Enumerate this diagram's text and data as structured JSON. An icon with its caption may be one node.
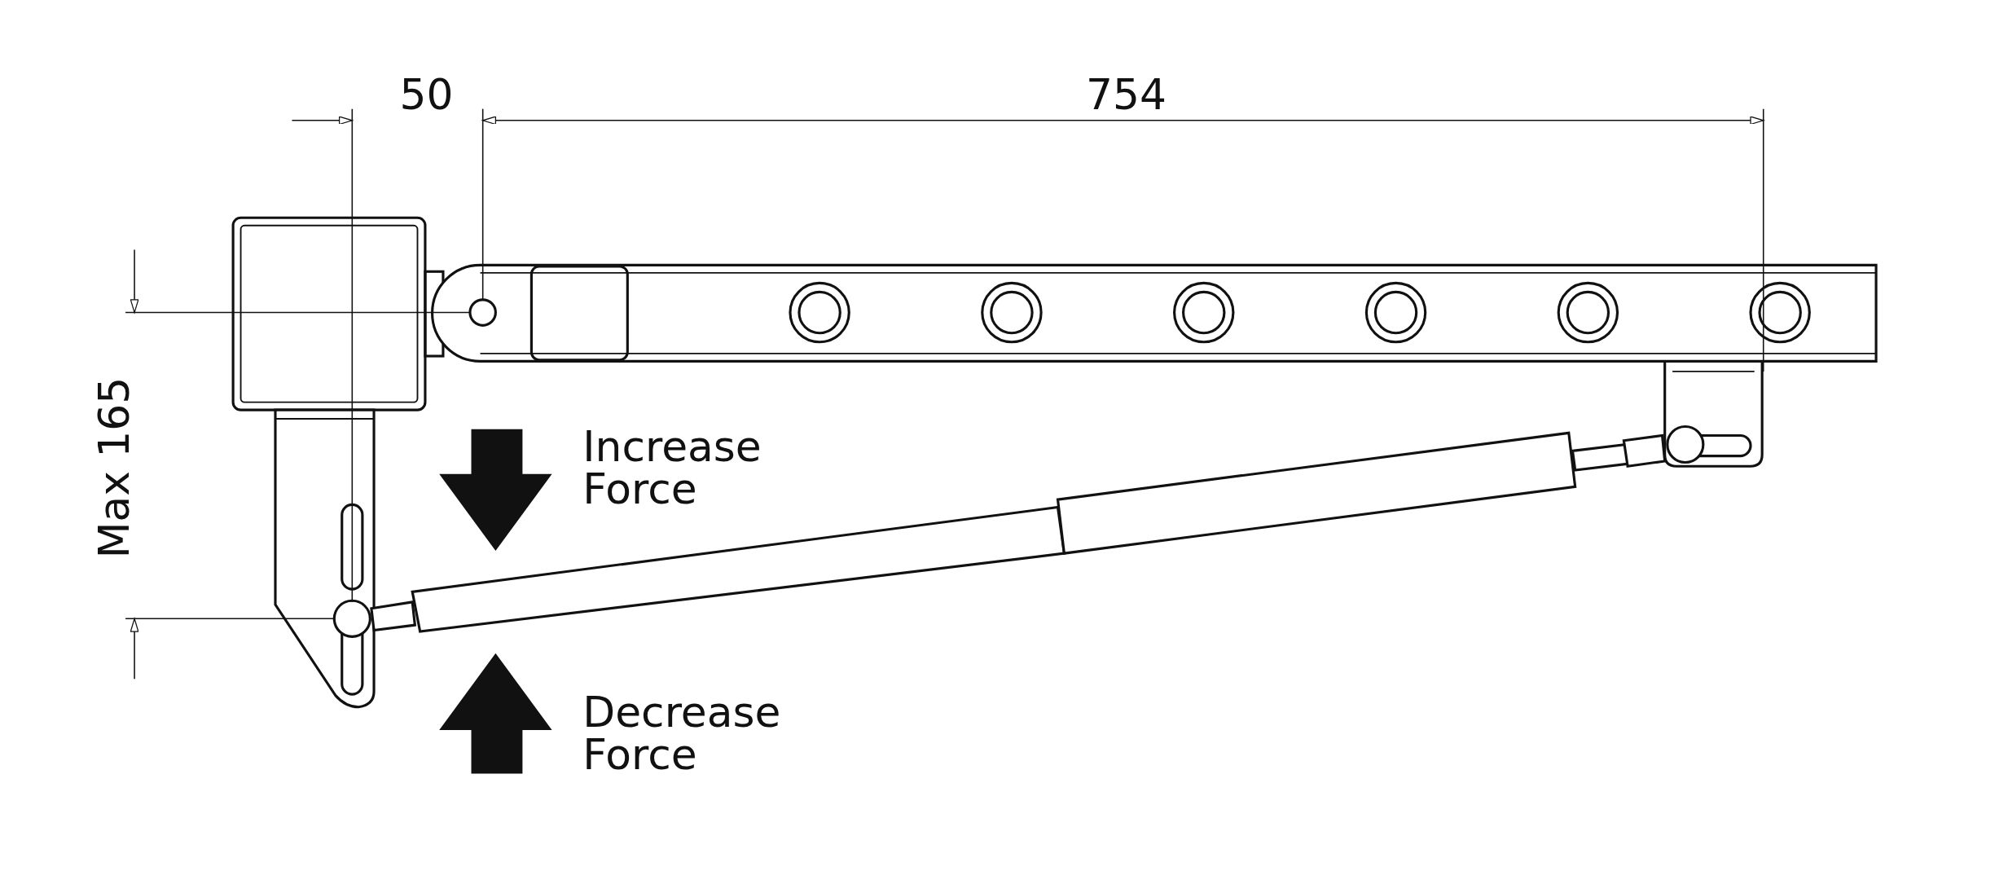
{
  "diagram": {
    "labels": [
      "50",
      "754",
      "Max 165",
      "Increase Force",
      "Decrease Force"
    ]
  }
}
